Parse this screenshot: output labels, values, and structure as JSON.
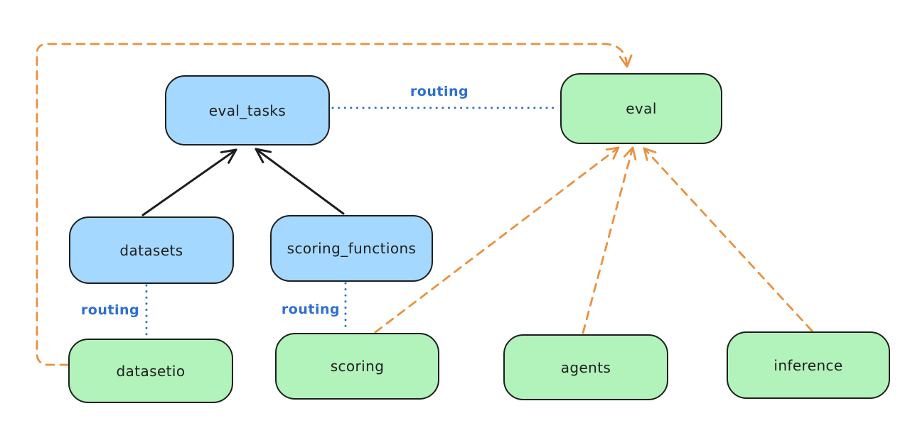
{
  "diagram": {
    "colors": {
      "blue_fill": "#a5d8ff",
      "green_fill": "#b2f2bb",
      "stroke": "#1e1e1e",
      "routing_blue": "#2e6fd0",
      "orange": "#ea913d",
      "bg": "#ffffff"
    },
    "nodes": [
      {
        "id": "eval_tasks",
        "label": "eval_tasks",
        "fill": "blue"
      },
      {
        "id": "eval",
        "label": "eval",
        "fill": "green"
      },
      {
        "id": "datasets",
        "label": "datasets",
        "fill": "blue"
      },
      {
        "id": "scoring_functions",
        "label": "scoring_functions",
        "fill": "blue"
      },
      {
        "id": "datasetio",
        "label": "datasetio",
        "fill": "green"
      },
      {
        "id": "scoring",
        "label": "scoring",
        "fill": "green"
      },
      {
        "id": "agents",
        "label": "agents",
        "fill": "green"
      },
      {
        "id": "inference",
        "label": "inference",
        "fill": "green"
      }
    ],
    "edges": [
      {
        "from": "datasets",
        "to": "eval_tasks",
        "style": "solid-black-arrow",
        "label": ""
      },
      {
        "from": "scoring_functions",
        "to": "eval_tasks",
        "style": "solid-black-arrow",
        "label": ""
      },
      {
        "from": "eval_tasks",
        "to": "eval",
        "style": "dotted-blue",
        "label": "routing"
      },
      {
        "from": "datasets",
        "to": "datasetio",
        "style": "dotted-blue",
        "label": "routing"
      },
      {
        "from": "scoring_functions",
        "to": "scoring",
        "style": "dotted-blue",
        "label": "routing"
      },
      {
        "from": "datasetio",
        "to": "eval",
        "style": "dashed-orange-arrow",
        "label": ""
      },
      {
        "from": "scoring",
        "to": "eval",
        "style": "dashed-orange-arrow",
        "label": ""
      },
      {
        "from": "agents",
        "to": "eval",
        "style": "dashed-orange-arrow",
        "label": ""
      },
      {
        "from": "inference",
        "to": "eval",
        "style": "dashed-orange-arrow",
        "label": ""
      }
    ]
  }
}
